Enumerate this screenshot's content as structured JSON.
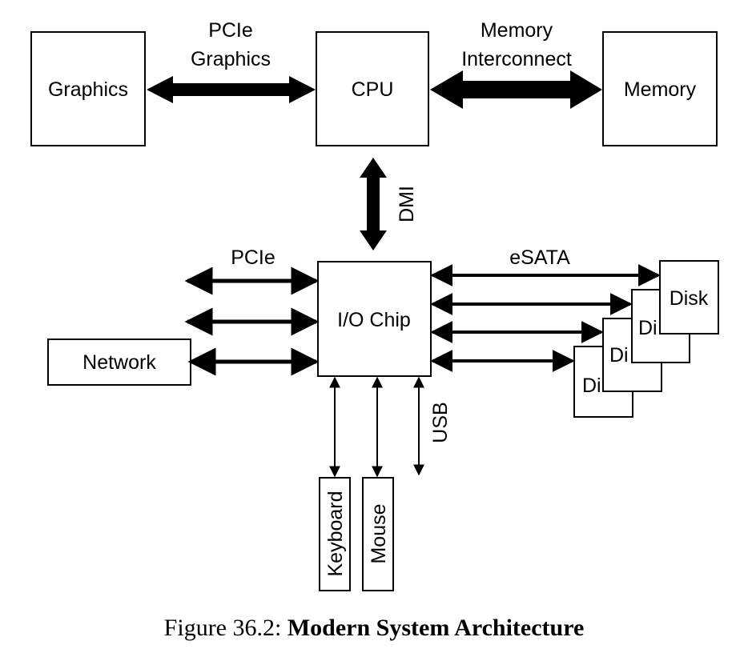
{
  "components": {
    "graphics": "Graphics",
    "cpu": "CPU",
    "memory": "Memory",
    "io_chip": "I/O Chip",
    "network": "Network",
    "keyboard": "Keyboard",
    "mouse": "Mouse",
    "disk_front": "Disk",
    "disk_2": "Di",
    "disk_3": "Di",
    "disk_4": "Di"
  },
  "links": {
    "pcie_graphics_line1": "PCIe",
    "pcie_graphics_line2": "Graphics",
    "memory_interconnect_line1": "Memory",
    "memory_interconnect_line2": "Interconnect",
    "dmi": "DMI",
    "pcie": "PCIe",
    "esata": "eSATA",
    "usb": "USB"
  },
  "caption": {
    "prefix": "Figure 36.2: ",
    "title": "Modern System Architecture"
  }
}
